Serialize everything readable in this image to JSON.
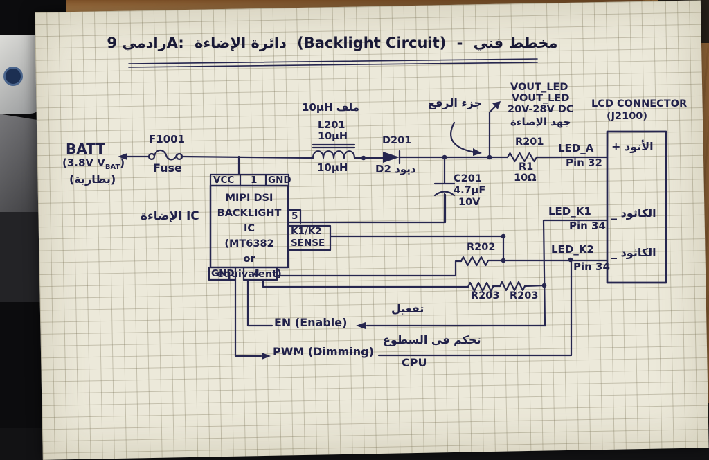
{
  "title": {
    "p1": "رادمي 9A:",
    "p2": "دائرة الإضاءة",
    "p3": "(Backlight Circuit)",
    "p4": "-",
    "p5": "مخطط فني"
  },
  "battery": {
    "net": "BATT",
    "v_pre": "(3.8V V",
    "v_sub": "BAT",
    "v_post": ")",
    "ar": "(بطارية)"
  },
  "fuse": {
    "ref": "F1001",
    "label": "Fuse"
  },
  "inductor": {
    "note": "10µH ملف",
    "ref": "L201",
    "top": "10µH",
    "bottom": "10µH"
  },
  "diode": {
    "ref": "D201",
    "label": "D2 ديود"
  },
  "capacitor": {
    "ref": "C201",
    "value": "4.7µF",
    "voltage": "10V"
  },
  "boost": {
    "label": "جزء الرفع"
  },
  "vout": {
    "l1": "VOUT_LED",
    "l2": "VOUT_LED",
    "l3": "20V-28V DC",
    "l4": "جهد الإضاءة"
  },
  "r201": {
    "ref": "R201",
    "alt": "R1",
    "value": "10Ω"
  },
  "r202": {
    "ref": "R202"
  },
  "r203": {
    "a": "R203",
    "b": "R203"
  },
  "ic": {
    "l1": "MIPI DSI",
    "l2": "BACKLIGHT IC",
    "l3": "(MT6382",
    "l4": "or equivalent)",
    "vcc": "VCC",
    "p1": "1",
    "gnd_top": "GND",
    "p5": "5",
    "k1k2": "K1/K2",
    "sense": "SENSE",
    "gnd_bottom": "GND",
    "p4": "4",
    "side": "الإضاءة IC"
  },
  "connector": {
    "title": "LCD CONNECTOR",
    "ref": "(J2100)",
    "anode": "+ الأنود",
    "cathode1": "_ الكاثود",
    "cathode2": "_ الكاثود"
  },
  "nets": {
    "led_a": "LED_A",
    "pin32": "Pin 32",
    "led_k1": "LED_K1",
    "pin34_1": "Pin 34",
    "led_k2": "LED_K2",
    "pin34_2": "Pin 34"
  },
  "control": {
    "en": "EN (Enable)",
    "en_ar": "تفعيل",
    "pwm": "PWM (Dimming)",
    "pwm_ar": "تحكم في السطوع",
    "cpu": "CPU"
  },
  "colors": {
    "ink": "#23234e",
    "paper": "#ece9da",
    "wood": "#b5854f"
  }
}
